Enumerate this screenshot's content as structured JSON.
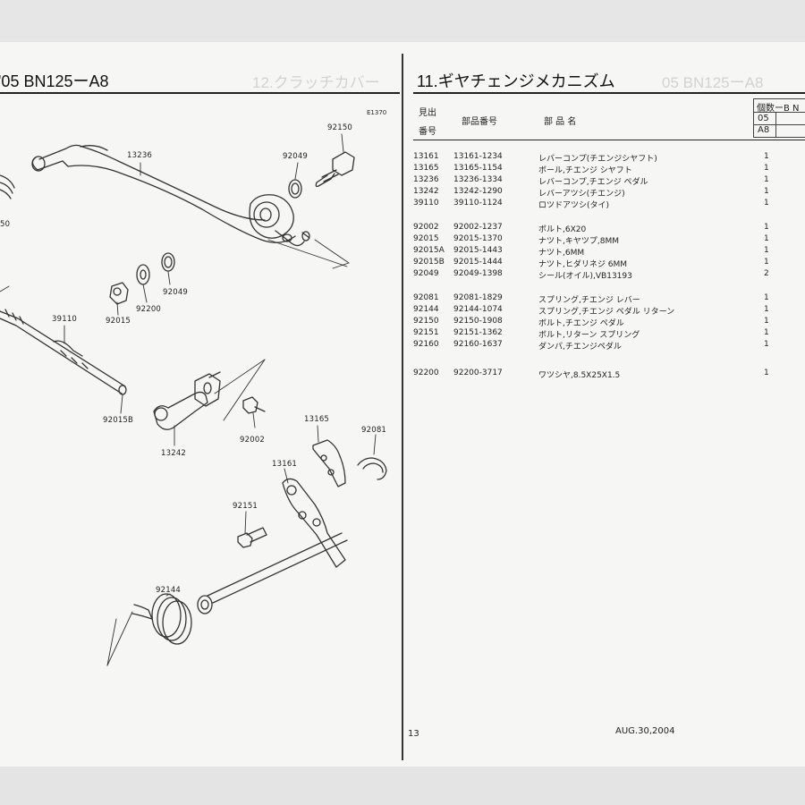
{
  "header": {
    "left_title": "'05 BN125ーA8",
    "right_title": "11.ギヤチェンジメカニズム",
    "ghost_left": "12.クラッチカバー",
    "ghost_right": "05 BN125ーA8",
    "illustration_code": "E1370"
  },
  "table_header": {
    "ref_line1": "見出",
    "ref_line2": "番号",
    "part_number": "部品番号",
    "part_name": "部 品 名",
    "qty_title": "個数ーB N",
    "qty_row1": "05",
    "qty_row2": "A8"
  },
  "parts": [
    {
      "ref": "13161",
      "number": "13161-1234",
      "name": "レバーコンプ(チエンジシヤフト)",
      "qty": "1"
    },
    {
      "ref": "13165",
      "number": "13165-1154",
      "name": "ボール,チエンジ シヤフト",
      "qty": "1"
    },
    {
      "ref": "13236",
      "number": "13236-1334",
      "name": "レバーコンプ,チエンジ ペダル",
      "qty": "1"
    },
    {
      "ref": "13242",
      "number": "13242-1290",
      "name": "レバーアツシ(チエンジ)",
      "qty": "1"
    },
    {
      "ref": "39110",
      "number": "39110-1124",
      "name": "ロツドアツシ(タイ)",
      "qty": "1"
    },
    {
      "ref": "92002",
      "number": "92002-1237",
      "name": "ボルト,6X20",
      "qty": "1"
    },
    {
      "ref": "92015",
      "number": "92015-1370",
      "name": "ナツト,キヤツプ,8MM",
      "qty": "1"
    },
    {
      "ref": "92015A",
      "number": "92015-1443",
      "name": "ナツト,6MM",
      "qty": "1"
    },
    {
      "ref": "92015B",
      "number": "92015-1444",
      "name": "ナツト,ヒダリネジ 6MM",
      "qty": "1"
    },
    {
      "ref": "92049",
      "number": "92049-1398",
      "name": "シール(オイル),VB13193",
      "qty": "2"
    },
    {
      "ref": "92081",
      "number": "92081-1829",
      "name": "スプリング,チエンジ レバー",
      "qty": "1"
    },
    {
      "ref": "92144",
      "number": "92144-1074",
      "name": "スプリング,チエンジ ペダル リターン",
      "qty": "1"
    },
    {
      "ref": "92150",
      "number": "92150-1908",
      "name": "ボルト,チエンジ ペダル",
      "qty": "1"
    },
    {
      "ref": "92151",
      "number": "92151-1362",
      "name": "ボルト,リターン スプリング",
      "qty": "1"
    },
    {
      "ref": "92160",
      "number": "92160-1637",
      "name": "ダンパ,チエンジペダル",
      "qty": "1"
    },
    {
      "ref": "92200",
      "number": "92200-3717",
      "name": "ワツシヤ,8.5X25X1.5",
      "qty": "1"
    }
  ],
  "diagram_labels": {
    "l13236": "13236",
    "l92150": "92150",
    "l92049a": "92049",
    "l92049b": "92049",
    "l92200": "92200",
    "l92015": "92015",
    "l39110": "39110",
    "l92015b": "92015B",
    "l13242": "13242",
    "l92002": "92002",
    "l13165": "13165",
    "l92081": "92081",
    "l13161": "13161",
    "l92151": "92151",
    "l92144": "92144",
    "l50": "50"
  },
  "footer": {
    "page_number": "13",
    "date": "AUG.30,2004"
  }
}
